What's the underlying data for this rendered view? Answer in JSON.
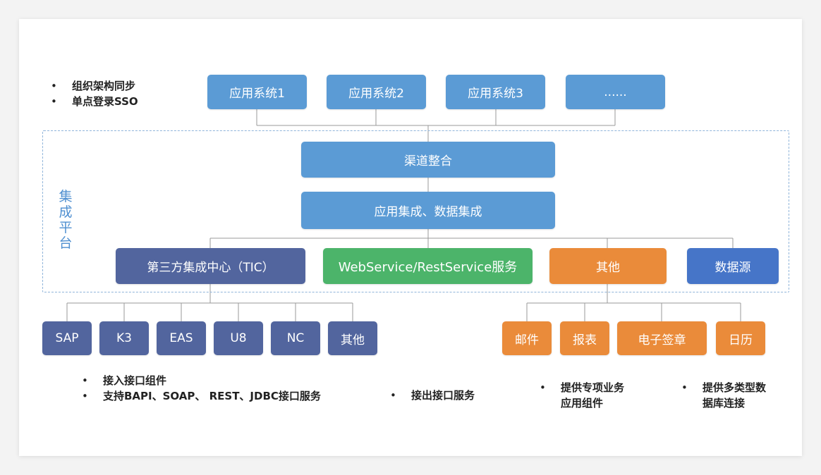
{
  "top_notes": [
    "组织架构同步",
    "单点登录SSO"
  ],
  "applications": [
    "应用系统1",
    "应用系统2",
    "应用系统3",
    "......"
  ],
  "platform": {
    "label": "集\n成\n平\n台",
    "channel": "渠道整合",
    "integration": "应用集成、数据集成",
    "modules": {
      "tic": "第三方集成中心（TIC）",
      "webservice": "WebService/RestService服务",
      "other": "其他",
      "datasource": "数据源"
    }
  },
  "tic_children": [
    "SAP",
    "K3",
    "EAS",
    "U8",
    "NC",
    "其他"
  ],
  "other_children": [
    "邮件",
    "报表",
    "电子签章",
    "日历"
  ],
  "bottom_notes": {
    "tic": [
      "接入接口组件",
      "支持BAPI、SOAP、 REST、JDBC接口服务"
    ],
    "webservice": [
      "接出接口服务"
    ],
    "other": [
      "提供专项业务",
      "应用组件"
    ],
    "datasource": [
      "提供多类型数",
      "据库连接"
    ]
  },
  "colors": {
    "blue": "#5b9bd5",
    "slate": "#52659e",
    "green": "#4cb46a",
    "orange": "#ea8b3a",
    "dark_blue": "#4675c8",
    "connector": "#9a9a9a",
    "frame": "#8fb4da"
  }
}
